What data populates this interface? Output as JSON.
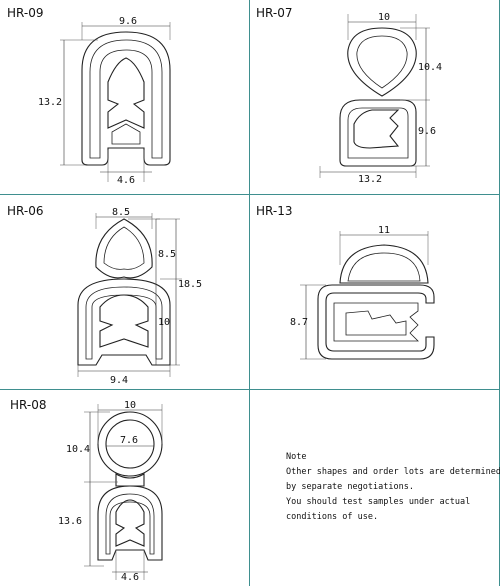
{
  "profiles": [
    {
      "code": "HR-09",
      "dims": [
        "9.6",
        "13.2",
        "4.6"
      ]
    },
    {
      "code": "HR-07",
      "dims": [
        "10",
        "10.4",
        "9.6",
        "13.2"
      ]
    },
    {
      "code": "HR-06",
      "dims": [
        "8.5",
        "8.5",
        "18.5",
        "10",
        "9.4"
      ]
    },
    {
      "code": "HR-13",
      "dims": [
        "11",
        "8.7"
      ]
    },
    {
      "code": "HR-08",
      "dims": [
        "10",
        "7.6",
        "10.4",
        "13.6",
        "4.6"
      ]
    }
  ],
  "note": {
    "title": "Note",
    "lines": [
      "Other shapes and order lots are determined",
      "by separate negotiations.",
      "You should test samples under actual",
      "conditions of use."
    ]
  },
  "colors": {
    "grid_line": "#3f8f8f",
    "drawing": "#222222"
  }
}
